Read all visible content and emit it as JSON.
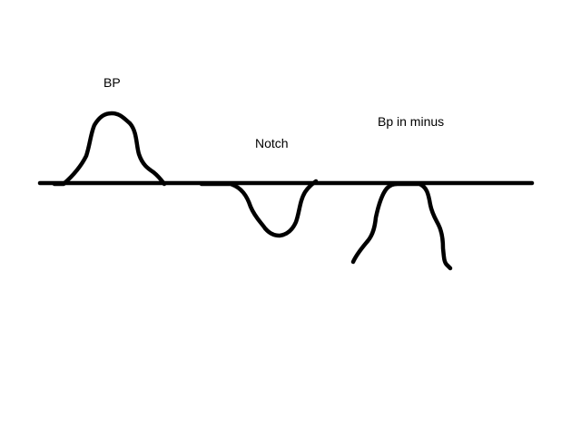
{
  "labels": {
    "bp": "BP",
    "notch": "Notch",
    "bp_in_minus": "Bp in minus"
  },
  "colors": {
    "background": "#ffffff",
    "ink": "#000000"
  }
}
